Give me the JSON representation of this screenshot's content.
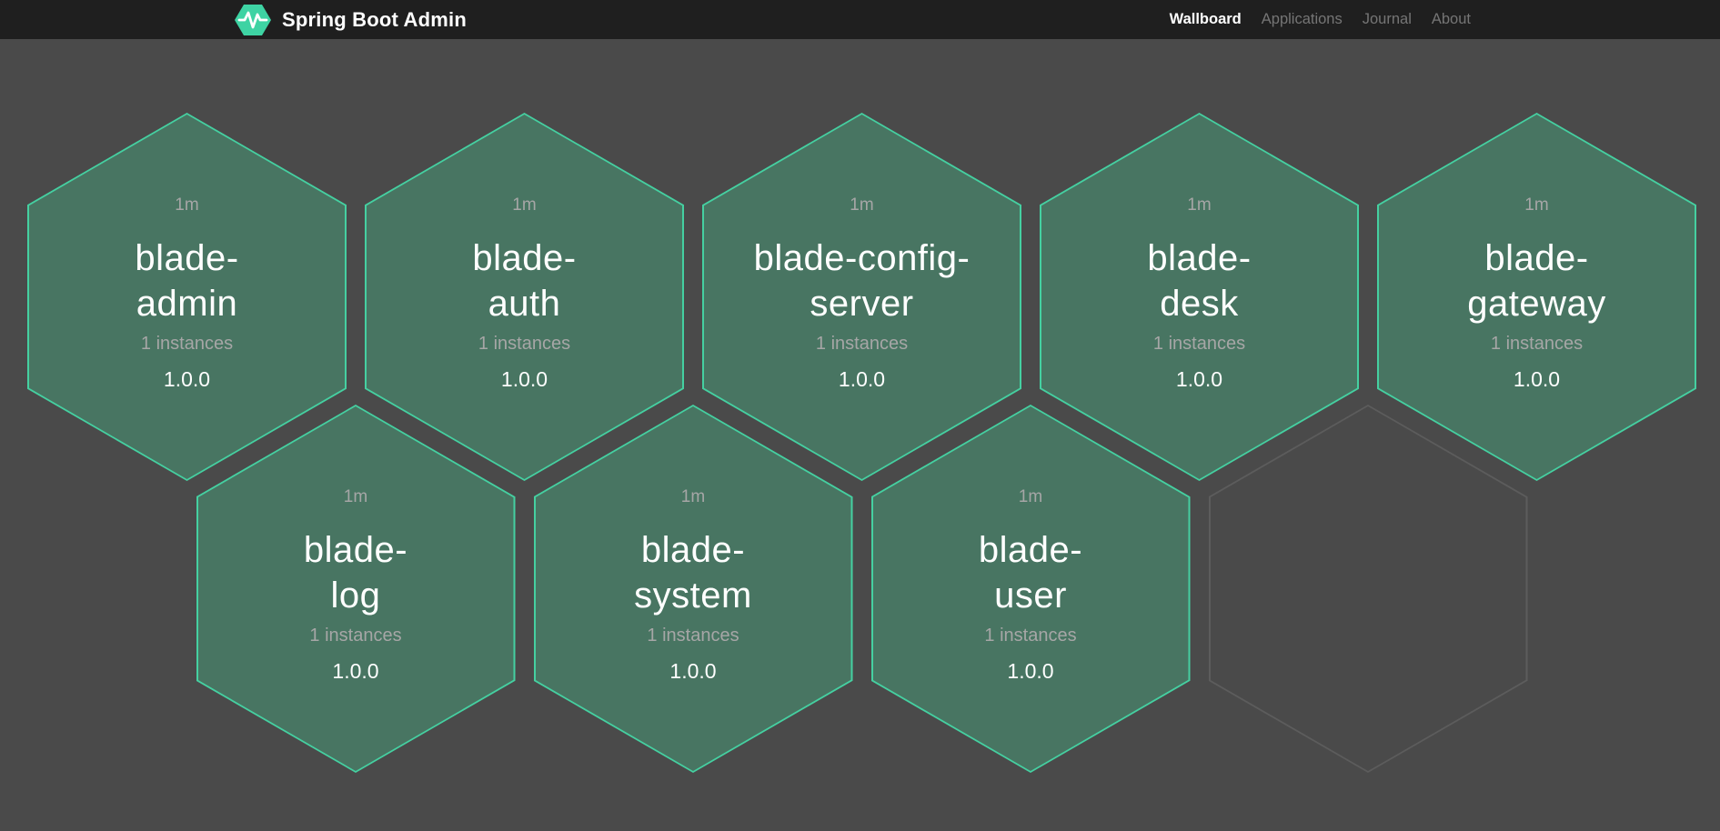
{
  "navbar": {
    "brand": "Spring Boot Admin",
    "logo": "pulse-hexagon-icon",
    "items": [
      {
        "label": "Wallboard",
        "active": true
      },
      {
        "label": "Applications",
        "active": false
      },
      {
        "label": "Journal",
        "active": false
      },
      {
        "label": "About",
        "active": false
      }
    ]
  },
  "wallboard": {
    "tiles": [
      {
        "type": "service",
        "status": "up",
        "uptime": "1m",
        "name": "blade-admin",
        "name_lines": [
          "blade-",
          "admin"
        ],
        "instances": "1 instances",
        "version": "1.0.0"
      },
      {
        "type": "service",
        "status": "up",
        "uptime": "1m",
        "name": "blade-auth",
        "name_lines": [
          "blade-",
          "auth"
        ],
        "instances": "1 instances",
        "version": "1.0.0"
      },
      {
        "type": "service",
        "status": "up",
        "uptime": "1m",
        "name": "blade-config-server",
        "name_lines": [
          "blade-config-",
          "server"
        ],
        "instances": "1 instances",
        "version": "1.0.0"
      },
      {
        "type": "service",
        "status": "up",
        "uptime": "1m",
        "name": "blade-desk",
        "name_lines": [
          "blade-",
          "desk"
        ],
        "instances": "1 instances",
        "version": "1.0.0"
      },
      {
        "type": "service",
        "status": "up",
        "uptime": "1m",
        "name": "blade-gateway",
        "name_lines": [
          "blade-",
          "gateway"
        ],
        "instances": "1 instances",
        "version": "1.0.0"
      },
      {
        "type": "service",
        "status": "up",
        "uptime": "1m",
        "name": "blade-log",
        "name_lines": [
          "blade-",
          "log"
        ],
        "instances": "1 instances",
        "version": "1.0.0"
      },
      {
        "type": "service",
        "status": "up",
        "uptime": "1m",
        "name": "blade-system",
        "name_lines": [
          "blade-",
          "system"
        ],
        "instances": "1 instances",
        "version": "1.0.0"
      },
      {
        "type": "service",
        "status": "up",
        "uptime": "1m",
        "name": "blade-user",
        "name_lines": [
          "blade-",
          "user"
        ],
        "instances": "1 instances",
        "version": "1.0.0"
      },
      {
        "type": "placeholder"
      }
    ]
  },
  "colors": {
    "page_bg": "#4a4a4a",
    "navbar_bg": "#1f1f1f",
    "hex_fill": "#487562",
    "hex_border": "#45d0a1",
    "placeholder_border": "#5c5c5c",
    "brand_green": "#3ed3a3",
    "muted_text": "#a6a6a6",
    "inactive_link": "#757575"
  }
}
